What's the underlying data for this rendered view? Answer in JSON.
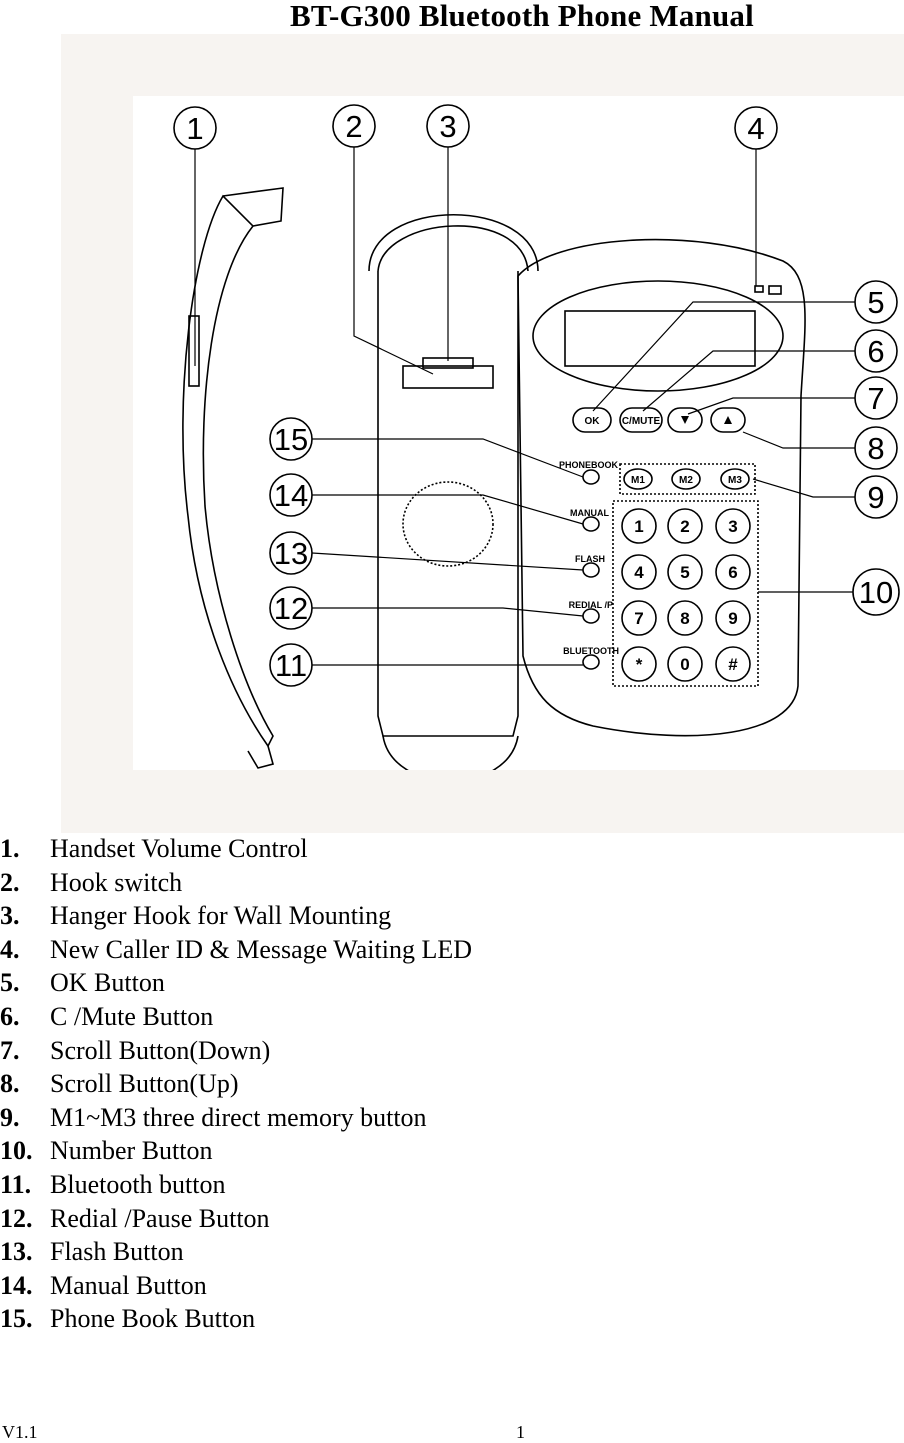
{
  "document": {
    "title": "BT-G300 Bluetooth Phone Manual",
    "version": "V1.1",
    "page_number": "1"
  },
  "figure": {
    "callouts": [
      "1",
      "2",
      "3",
      "4",
      "5",
      "6",
      "7",
      "8",
      "9",
      "10",
      "11",
      "12",
      "13",
      "14",
      "15"
    ],
    "phone_labels": {
      "ok": "OK",
      "c_mute": "C/MUTE",
      "phonebook": "PHONEBOOK",
      "manual": "MANUAL",
      "flash": "FLASH",
      "redial": "REDIAL /P",
      "bluetooth": "BLUETOOTH",
      "m1": "M1",
      "m2": "M2",
      "m3": "M3",
      "keys": [
        "1",
        "2",
        "3",
        "4",
        "5",
        "6",
        "7",
        "8",
        "9",
        "*",
        "0",
        "#"
      ]
    }
  },
  "legend": [
    {
      "num": "1.",
      "text": "Handset Volume Control"
    },
    {
      "num": "2.",
      "text": "Hook switch"
    },
    {
      "num": "3.",
      "text": "Hanger Hook for Wall Mounting"
    },
    {
      "num": "4.",
      "text": "New Caller ID & Message Waiting LED"
    },
    {
      "num": "5.",
      "text": "OK Button"
    },
    {
      "num": "6.",
      "text": "C /Mute Button"
    },
    {
      "num": "7.",
      "text": "Scroll Button(Down)"
    },
    {
      "num": "8.",
      "text": "Scroll Button(Up)"
    },
    {
      "num": "9.",
      "text": "M1~M3 three direct memory button"
    },
    {
      "num": "10.",
      "text": "Number Button"
    },
    {
      "num": "11.",
      "text": "Bluetooth button"
    },
    {
      "num": "12.",
      "text": "Redial /Pause Button"
    },
    {
      "num": "13.",
      "text": "Flash Button"
    },
    {
      "num": "14.",
      "text": "Manual Button"
    },
    {
      "num": "15.",
      "text": "Phone Book Button"
    }
  ]
}
